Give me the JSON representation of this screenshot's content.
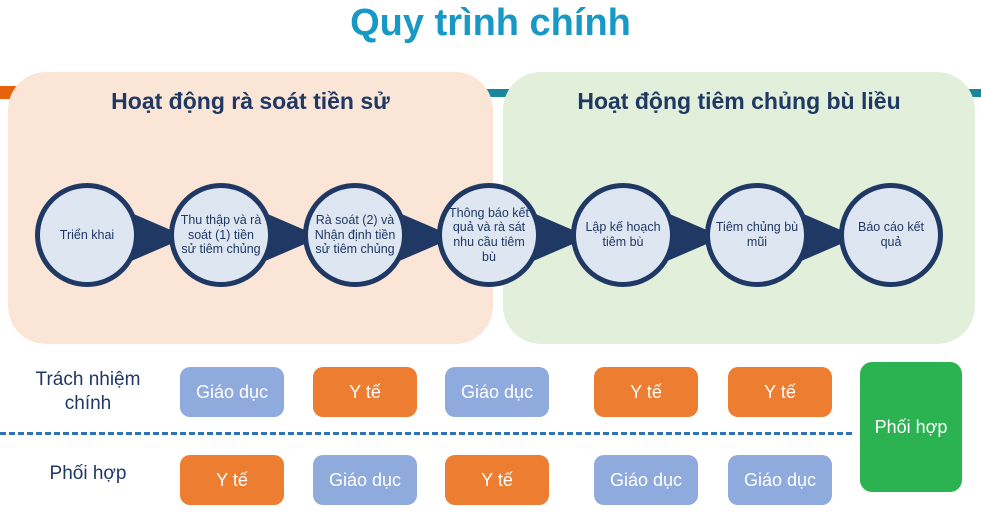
{
  "title": "Quy trình chính",
  "panels": {
    "review": {
      "label": "Hoạt động rà soát tiền sử"
    },
    "vaccination": {
      "label": "Hoạt động tiêm chủng bù liều"
    }
  },
  "steps": [
    "Triển khai",
    "Thu thập và rà soát (1) tiền sử tiêm chủng",
    "Rà soát (2) và Nhận định tiền sử tiêm chủng",
    "Thông báo kết quả và rà sát nhu cầu tiêm bù",
    "Lập kế hoạch tiêm bù",
    "Tiêm chủng bù mũi",
    "Báo cáo kết quả"
  ],
  "responsibility": {
    "primary": {
      "label": "Trách nhiệm chính",
      "cells": [
        {
          "text": "Giáo dục",
          "type": "education"
        },
        {
          "text": "Y tế",
          "type": "health"
        },
        {
          "text": "Giáo dục",
          "type": "education"
        },
        {
          "text": "Y tế",
          "type": "health"
        },
        {
          "text": "Y tế",
          "type": "health"
        }
      ]
    },
    "support": {
      "label": "Phối hợp",
      "cells": [
        {
          "text": "Y tế",
          "type": "health"
        },
        {
          "text": "Giáo dục",
          "type": "education"
        },
        {
          "text": "Y tế",
          "type": "health"
        },
        {
          "text": "Giáo dục",
          "type": "education"
        },
        {
          "text": "Giáo dục",
          "type": "education"
        }
      ]
    },
    "joint": {
      "label": "Phối hợp"
    }
  },
  "colors": {
    "title": "#1798C5",
    "navy": "#1F3864",
    "panel_review_bg": "#FBE5D6",
    "panel_vaccination_bg": "#E2EFDA",
    "circle_fill": "#DEE6F2",
    "education_box": "#8FAADC",
    "health_box": "#ED7D31",
    "joint_box": "#2BB351",
    "dashed_line": "#2E74B5",
    "teal_bar": "#17889C",
    "orange_accent": "#E8620C"
  }
}
